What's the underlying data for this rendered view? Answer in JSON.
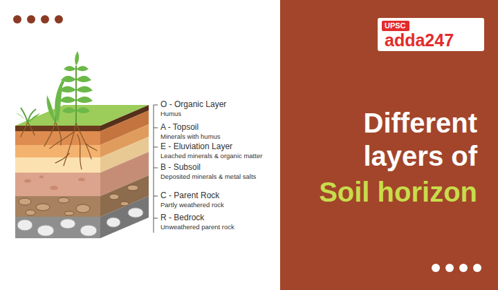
{
  "diagram": {
    "title": "Different layers of",
    "labels": [
      "O - Organic Layer",
      "Humus",
      "A - Topsoil",
      "Minerals with humus",
      "E - Eluviation Layer",
      "Leached minerals & organic matter",
      "B - Subsoil",
      "Deposited minerals & metal salts",
      "C - Parent Rock",
      "Partly weathered rock",
      "R - Bedrock",
      "Unweathered parent rock",
      "Soil horizon",
      "UPSC",
      "adda247"
    ]
  }
}
